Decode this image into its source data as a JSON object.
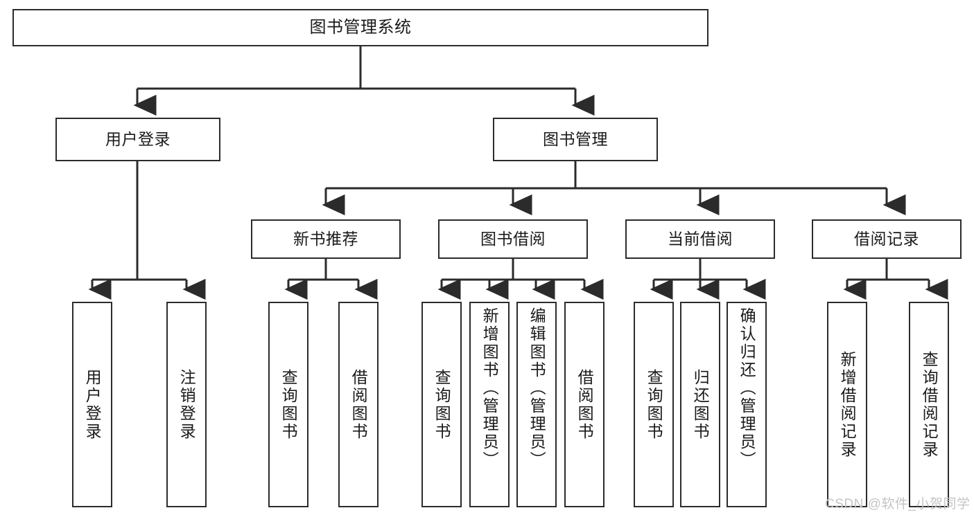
{
  "diagram": {
    "title": "图书管理系统",
    "type": "hierarchy-tree",
    "watermark": "CSDN @软件_小贺同学",
    "colors": {
      "stroke": "#2b2b2b",
      "fill": "#ffffff",
      "text": "#1a1a1a",
      "watermark": "#c4c4c4"
    },
    "levels": {
      "level1": {
        "root": "图书管理系统"
      },
      "level2": [
        {
          "label": "用户登录"
        },
        {
          "label": "图书管理"
        }
      ],
      "level3": [
        {
          "label": "新书推荐"
        },
        {
          "label": "图书借阅"
        },
        {
          "label": "当前借阅"
        },
        {
          "label": "借阅记录"
        }
      ],
      "leaves": {
        "user_login": [
          {
            "label": "用户登录"
          },
          {
            "label": "注销登录"
          }
        ],
        "new_book_recommend": [
          {
            "label": "查询图书"
          },
          {
            "label": "借阅图书"
          }
        ],
        "book_borrow": [
          {
            "label": "查询图书"
          },
          {
            "label": "新增图书（管理员）"
          },
          {
            "label": "编辑图书（管理员）"
          },
          {
            "label": "借阅图书"
          }
        ],
        "current_borrow": [
          {
            "label": "查询图书"
          },
          {
            "label": "归还图书"
          },
          {
            "label": "确认归还（管理员）"
          }
        ],
        "borrow_record": [
          {
            "label": "新增借阅记录"
          },
          {
            "label": "查询借阅记录"
          }
        ]
      }
    }
  }
}
